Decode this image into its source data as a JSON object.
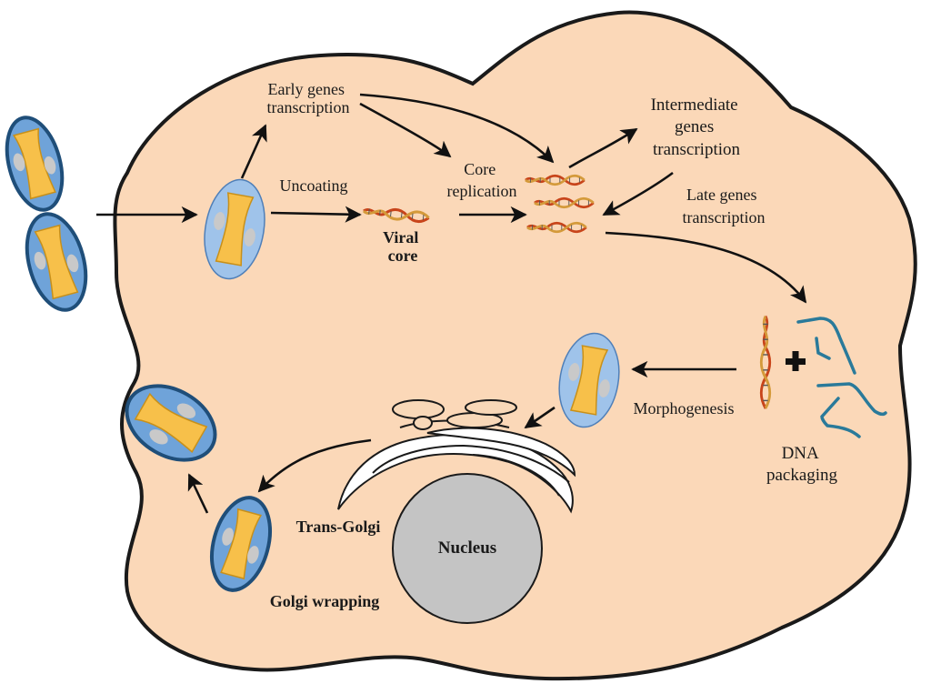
{
  "colors": {
    "cytoplasm": "#fbd8b8",
    "membrane": "#1a1a1a",
    "virion_outer": "#9fc3ea",
    "virion_outer_dark": "#6fa3d9",
    "virion_rim_mature": "#1f4e79",
    "core": "#f7c04a",
    "lateral_body": "#c9c9c9",
    "nucleus": "#c4c4c4",
    "golgi_fill": "#ffffff",
    "golgi_vesicle_fill": "#f8d8b8",
    "protein_strand": "#2a7a9a",
    "dna_red": "#c8441a",
    "dna_gold": "#d49a3a"
  },
  "labels": {
    "early_genes": [
      "Early genes",
      "transcription"
    ],
    "uncoating": "Uncoating",
    "viral_core": [
      "Viral",
      "core"
    ],
    "core_replication": [
      "Core",
      "replication"
    ],
    "intermediate": [
      "Intermediate",
      "genes",
      "transcription"
    ],
    "late": [
      "Late genes",
      "transcription"
    ],
    "morphogenesis": "Morphogenesis",
    "dna_packaging": [
      "DNA",
      "packaging"
    ],
    "nucleus": "Nucleus",
    "trans_golgi": "Trans-Golgi",
    "golgi_wrapping": "Golgi wrapping"
  }
}
